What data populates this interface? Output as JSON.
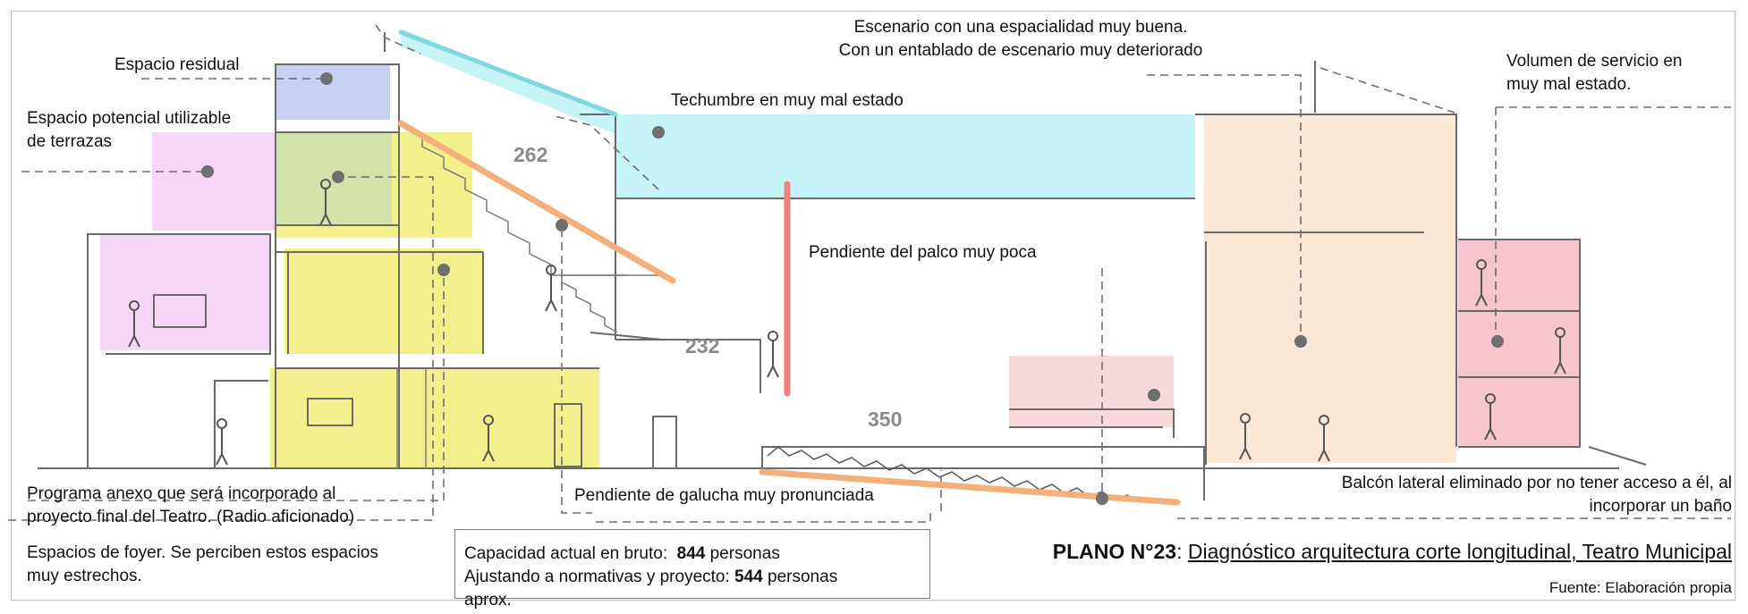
{
  "annotations": {
    "espacio_residual": "Espacio residual",
    "espacio_potencial": "Espacio potencial utilizable\nde terrazas",
    "escenario": "Escenario con una espacialidad muy buena.\nCon un entablado de escenario muy deteriorado",
    "techumbre": "Techumbre en muy mal estado",
    "volumen_servicio": "Volumen de servicio en\nmuy mal estado.",
    "pendiente_palco": "Pendiente del palco muy poca",
    "programa_anexo": "Programa anexo que será incorporado al\nproyecto final del Teatro. (Radio aficionado)",
    "pendiente_galucha": "Pendiente de galucha muy pronunciada",
    "balcon_lateral": "Balcón lateral eliminado por no tener acceso a él, al\nincorporar un baño",
    "espacios_foyer": "Espacios de foyer. Se perciben estos espacios\nmuy estrechos."
  },
  "dimensions": {
    "d262": "262",
    "d232": "232",
    "d350": "350"
  },
  "capacity": {
    "line1_label": "Capacidad actual en bruto:",
    "line1_value": "844",
    "line1_unit": "personas",
    "line2_label": "Ajustando a normativas y proyecto:",
    "line2_value": "544",
    "line2_unit": "personas",
    "line3": "aprox."
  },
  "title": {
    "plan_number": "PLANO N°23",
    "separator": ": ",
    "description": "Diagnóstico arquitectura  corte longitudinal, Teatro Municipal"
  },
  "source": "Fuente: Elaboración propia",
  "colors": {
    "residual": "#c8d0f4",
    "terraces": "#f6d6f6",
    "foyer": "#f2f08c",
    "foyer_green": "#d2e2a8",
    "roof": "#c6f4f6",
    "service": "#fbe8d4",
    "box": "#f9d8dc",
    "service_pink": "#f7c6cc",
    "slope_orange": "#f4b07a",
    "slope_red": "#f08080",
    "pin": "#6f6f6f"
  }
}
